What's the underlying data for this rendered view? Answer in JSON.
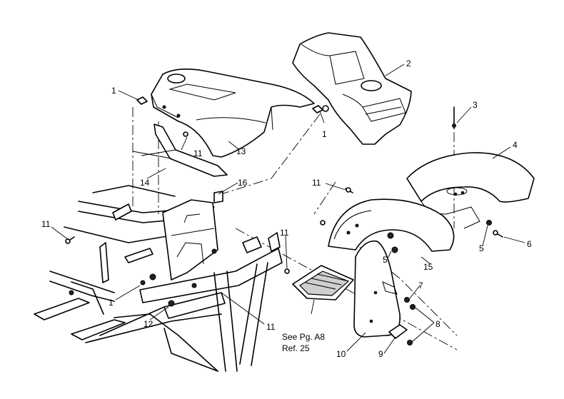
{
  "callouts": {
    "c1a": "1",
    "c1b": "1",
    "c1c": "1",
    "c2": "2",
    "c3": "3",
    "c4": "4",
    "c5a": "5",
    "c5b": "5",
    "c6": "6",
    "c7": "7",
    "c8": "8",
    "c9": "9",
    "c10": "10",
    "c11a": "11",
    "c11b": "11",
    "c11c": "11",
    "c11d": "11",
    "c11e": "11",
    "c12": "12",
    "c13": "13",
    "c14": "14",
    "c15": "15",
    "c16": "16"
  },
  "note": {
    "line1": "See Pg. A8",
    "line2": "Ref. 25"
  }
}
